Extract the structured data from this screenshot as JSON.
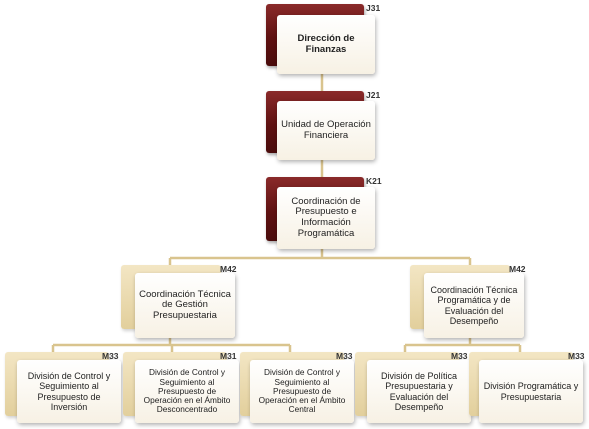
{
  "nodes": {
    "direccion_finanzas": {
      "code": "J31",
      "label": "Dirección de Finanzas"
    },
    "unidad_operacion": {
      "code": "J21",
      "label": "Unidad de Operación Financiera"
    },
    "coord_presupuesto": {
      "code": "K21",
      "label": "Coordinación de Presupuesto e Información Programática"
    },
    "coord_gestion": {
      "code": "M42",
      "label": "Coordinación Técnica de Gestión Presupuestaria"
    },
    "coord_programatica": {
      "code": "M42",
      "label": "Coordinación Técnica Programática y de Evaluación del Desempeño"
    },
    "div_inversion": {
      "code": "M33",
      "label": "División de Control y Seguimiento al Presupuesto de Inversión"
    },
    "div_desconcentrado": {
      "code": "M31",
      "label": "División de Control y Seguimiento al Presupuesto de Operación en el Ámbito Desconcentrado"
    },
    "div_central": {
      "code": "M33",
      "label": "División de Control y Seguimiento al Presupuesto de Operación en el Ámbito Central"
    },
    "div_politica": {
      "code": "M33",
      "label": "División de Política Presupuestaria y Evaluación del Desempeño"
    },
    "div_programatica": {
      "code": "M33",
      "label": "División Programática y Presupuestaria"
    }
  },
  "colors": {
    "back_primary": "#5e1111",
    "back_secondary": "#e2cf9c",
    "connector": "#d9c48e",
    "card": "#fbf7ee"
  }
}
